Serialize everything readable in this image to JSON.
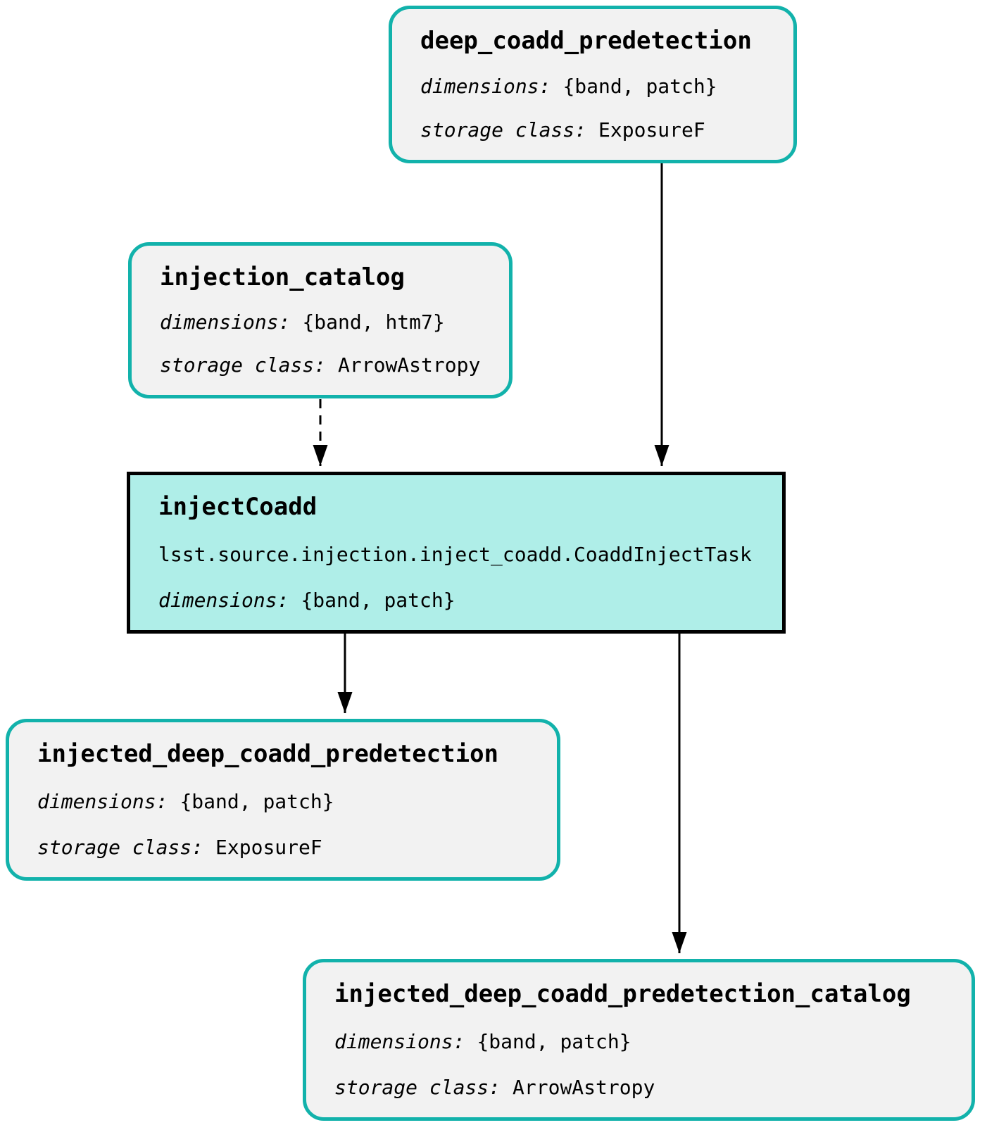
{
  "diagram": {
    "type": "pipeline-graph",
    "colors": {
      "dataset_border": "#12b2ab",
      "dataset_fill": "#f2f2f2",
      "task_border": "#000000",
      "task_fill": "#afeee8",
      "edge": "#000000",
      "text": "#000000",
      "background": "#ffffff"
    },
    "labels": {
      "dimensions": "dimensions:",
      "storage_class": "storage class:"
    },
    "nodes": {
      "deep_coadd_predetection": {
        "kind": "dataset",
        "title": "deep_coadd_predetection",
        "dimensions": "{band, patch}",
        "storage_class": "ExposureF"
      },
      "injection_catalog": {
        "kind": "dataset",
        "title": "injection_catalog",
        "dimensions": "{band, htm7}",
        "storage_class": "ArrowAstropy"
      },
      "injectCoadd": {
        "kind": "task",
        "title": "injectCoadd",
        "task_class": "lsst.source.injection.inject_coadd.CoaddInjectTask",
        "dimensions": "{band, patch}"
      },
      "injected_deep_coadd_predetection": {
        "kind": "dataset",
        "title": "injected_deep_coadd_predetection",
        "dimensions": "{band, patch}",
        "storage_class": "ExposureF"
      },
      "injected_deep_coadd_predetection_catalog": {
        "kind": "dataset",
        "title": "injected_deep_coadd_predetection_catalog",
        "dimensions": "{band, patch}",
        "storage_class": "ArrowAstropy"
      }
    },
    "edges": [
      {
        "from": "deep_coadd_predetection",
        "to": "injectCoadd",
        "style": "solid"
      },
      {
        "from": "injection_catalog",
        "to": "injectCoadd",
        "style": "dashed"
      },
      {
        "from": "injectCoadd",
        "to": "injected_deep_coadd_predetection",
        "style": "solid"
      },
      {
        "from": "injectCoadd",
        "to": "injected_deep_coadd_predetection_catalog",
        "style": "solid"
      }
    ]
  }
}
